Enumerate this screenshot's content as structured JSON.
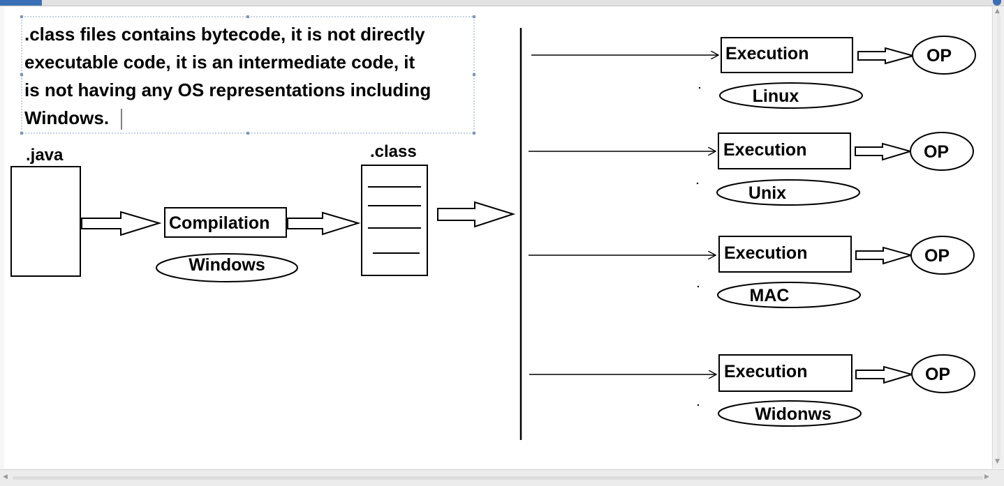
{
  "note": {
    "lines": [
      ".class files contains bytecode, it is not directly",
      "executable code, it is an intermediate code,  it",
      "is not having any OS representations including",
      "Windows."
    ]
  },
  "labels": {
    "java": ".java",
    "class": ".class",
    "compilation": "Compilation",
    "windows": "Windows"
  },
  "targets": [
    {
      "execution": "Execution",
      "os": "Linux",
      "op": "OP"
    },
    {
      "execution": "Execution",
      "os": "Unix",
      "op": "OP"
    },
    {
      "execution": "Execution",
      "os": "MAC",
      "op": "OP"
    },
    {
      "execution": "Execution",
      "os": "Widonws",
      "op": "OP"
    }
  ],
  "colors": {
    "ink": "#000000",
    "canvas": "#ffffff",
    "selection_border": "#8aa3c0"
  },
  "icons": {
    "scroll_up": "chevron-up-icon",
    "scroll_down": "chevron-down-icon",
    "scroll_left": "chevron-left-icon",
    "scroll_right": "chevron-right-icon"
  }
}
